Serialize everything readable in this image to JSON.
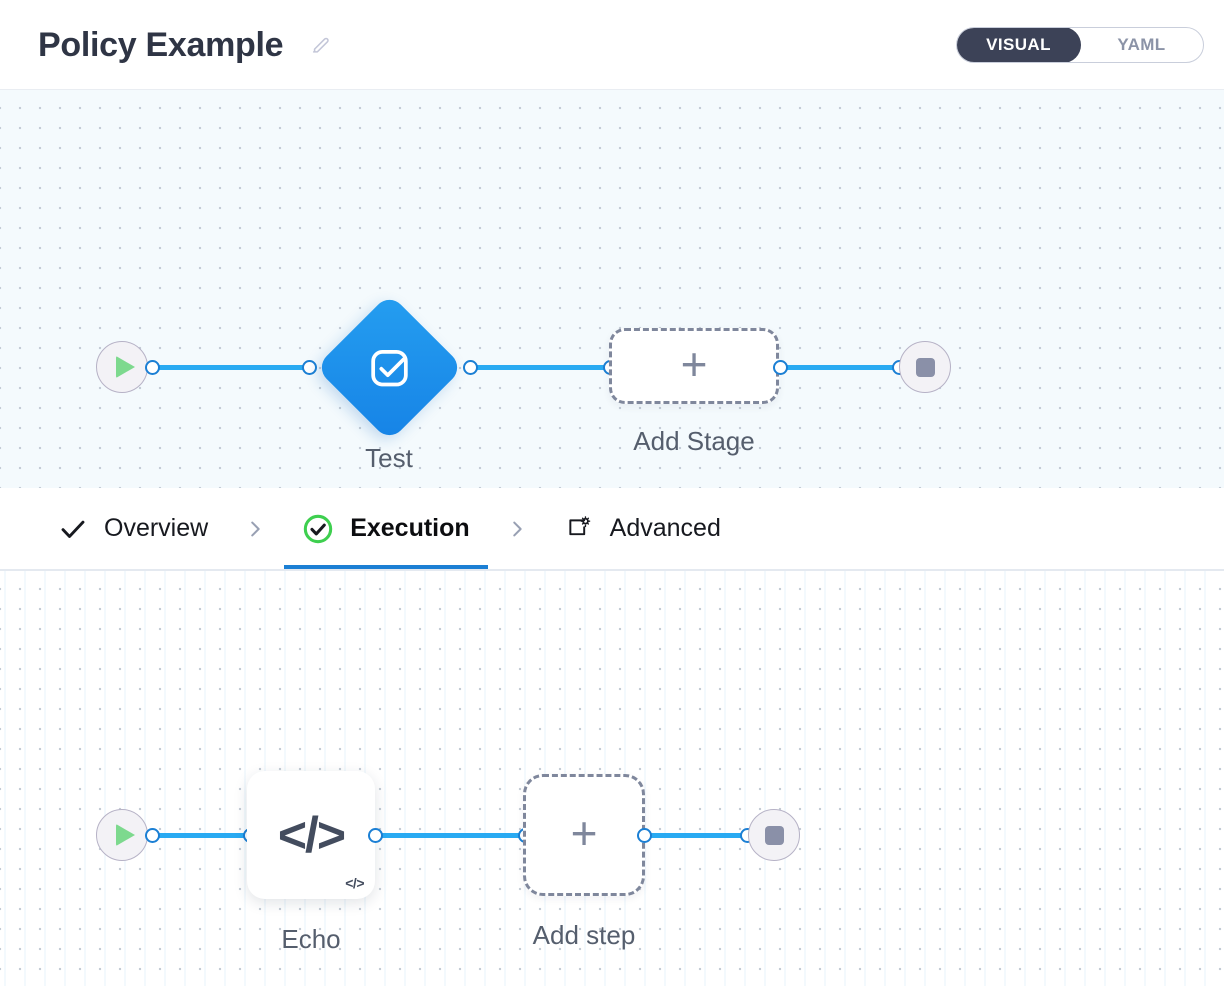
{
  "header": {
    "title": "Policy Example",
    "edit_icon": "pencil-icon",
    "view_toggle": {
      "active": "VISUAL",
      "options": [
        "VISUAL",
        "YAML"
      ]
    }
  },
  "stage_canvas": {
    "start_node": {
      "icon": "play-icon",
      "label": ""
    },
    "stage_node": {
      "label": "Test",
      "icon": "checked-box-icon"
    },
    "add_stage": {
      "label": "Add Stage",
      "icon": "plus-icon"
    },
    "end_node": {
      "icon": "stop-icon",
      "label": ""
    }
  },
  "tabs": [
    {
      "label": "Overview",
      "icon": "check-icon",
      "active": false
    },
    {
      "label": "Execution",
      "icon": "check-circle-icon",
      "active": true
    },
    {
      "label": "Advanced",
      "icon": "box-gear-icon",
      "active": false
    }
  ],
  "separators": [
    "chevron-right-icon",
    "chevron-right-icon"
  ],
  "step_canvas": {
    "start_node": {
      "icon": "play-icon"
    },
    "step_node": {
      "label": "Echo",
      "icon": "code-icon",
      "badge": "</>"
    },
    "add_step": {
      "label": "Add step",
      "icon": "plus-icon"
    },
    "end_node": {
      "icon": "stop-icon"
    }
  },
  "colors": {
    "accent_blue": "#1b7fd4",
    "edge_blue": "#29aaf2",
    "stage_blue": "#1683e6",
    "success_green": "#3ecf4f",
    "play_green": "#7dd98e",
    "toggle_dark": "#3c4257",
    "muted": "#7f879c"
  }
}
